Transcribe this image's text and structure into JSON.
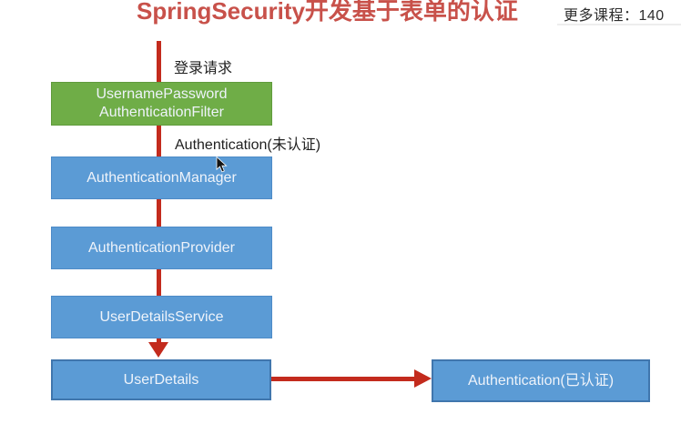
{
  "header": {
    "title": "SpringSecurity开发基于表单的认证",
    "more_courses": "更多课程：140"
  },
  "diagram": {
    "labels": {
      "login_request": "登录请求",
      "unauthenticated": "Authentication(未认证)"
    },
    "nodes": {
      "filter": {
        "line1": "UsernamePassword",
        "line2": "AuthenticationFilter"
      },
      "manager": {
        "label": "AuthenticationManager"
      },
      "provider": {
        "label": "AuthenticationProvider"
      },
      "service": {
        "label": "UserDetailsService"
      },
      "userdetails": {
        "label": "UserDetails"
      },
      "authenticated": {
        "label": "Authentication(已认证)"
      }
    },
    "colors": {
      "title_red": "#c8514a",
      "arrow_red": "#c32b1d",
      "node_green": "#6fad47",
      "node_blue": "#5b9bd5",
      "node_border_blue": "#4076ad"
    }
  }
}
